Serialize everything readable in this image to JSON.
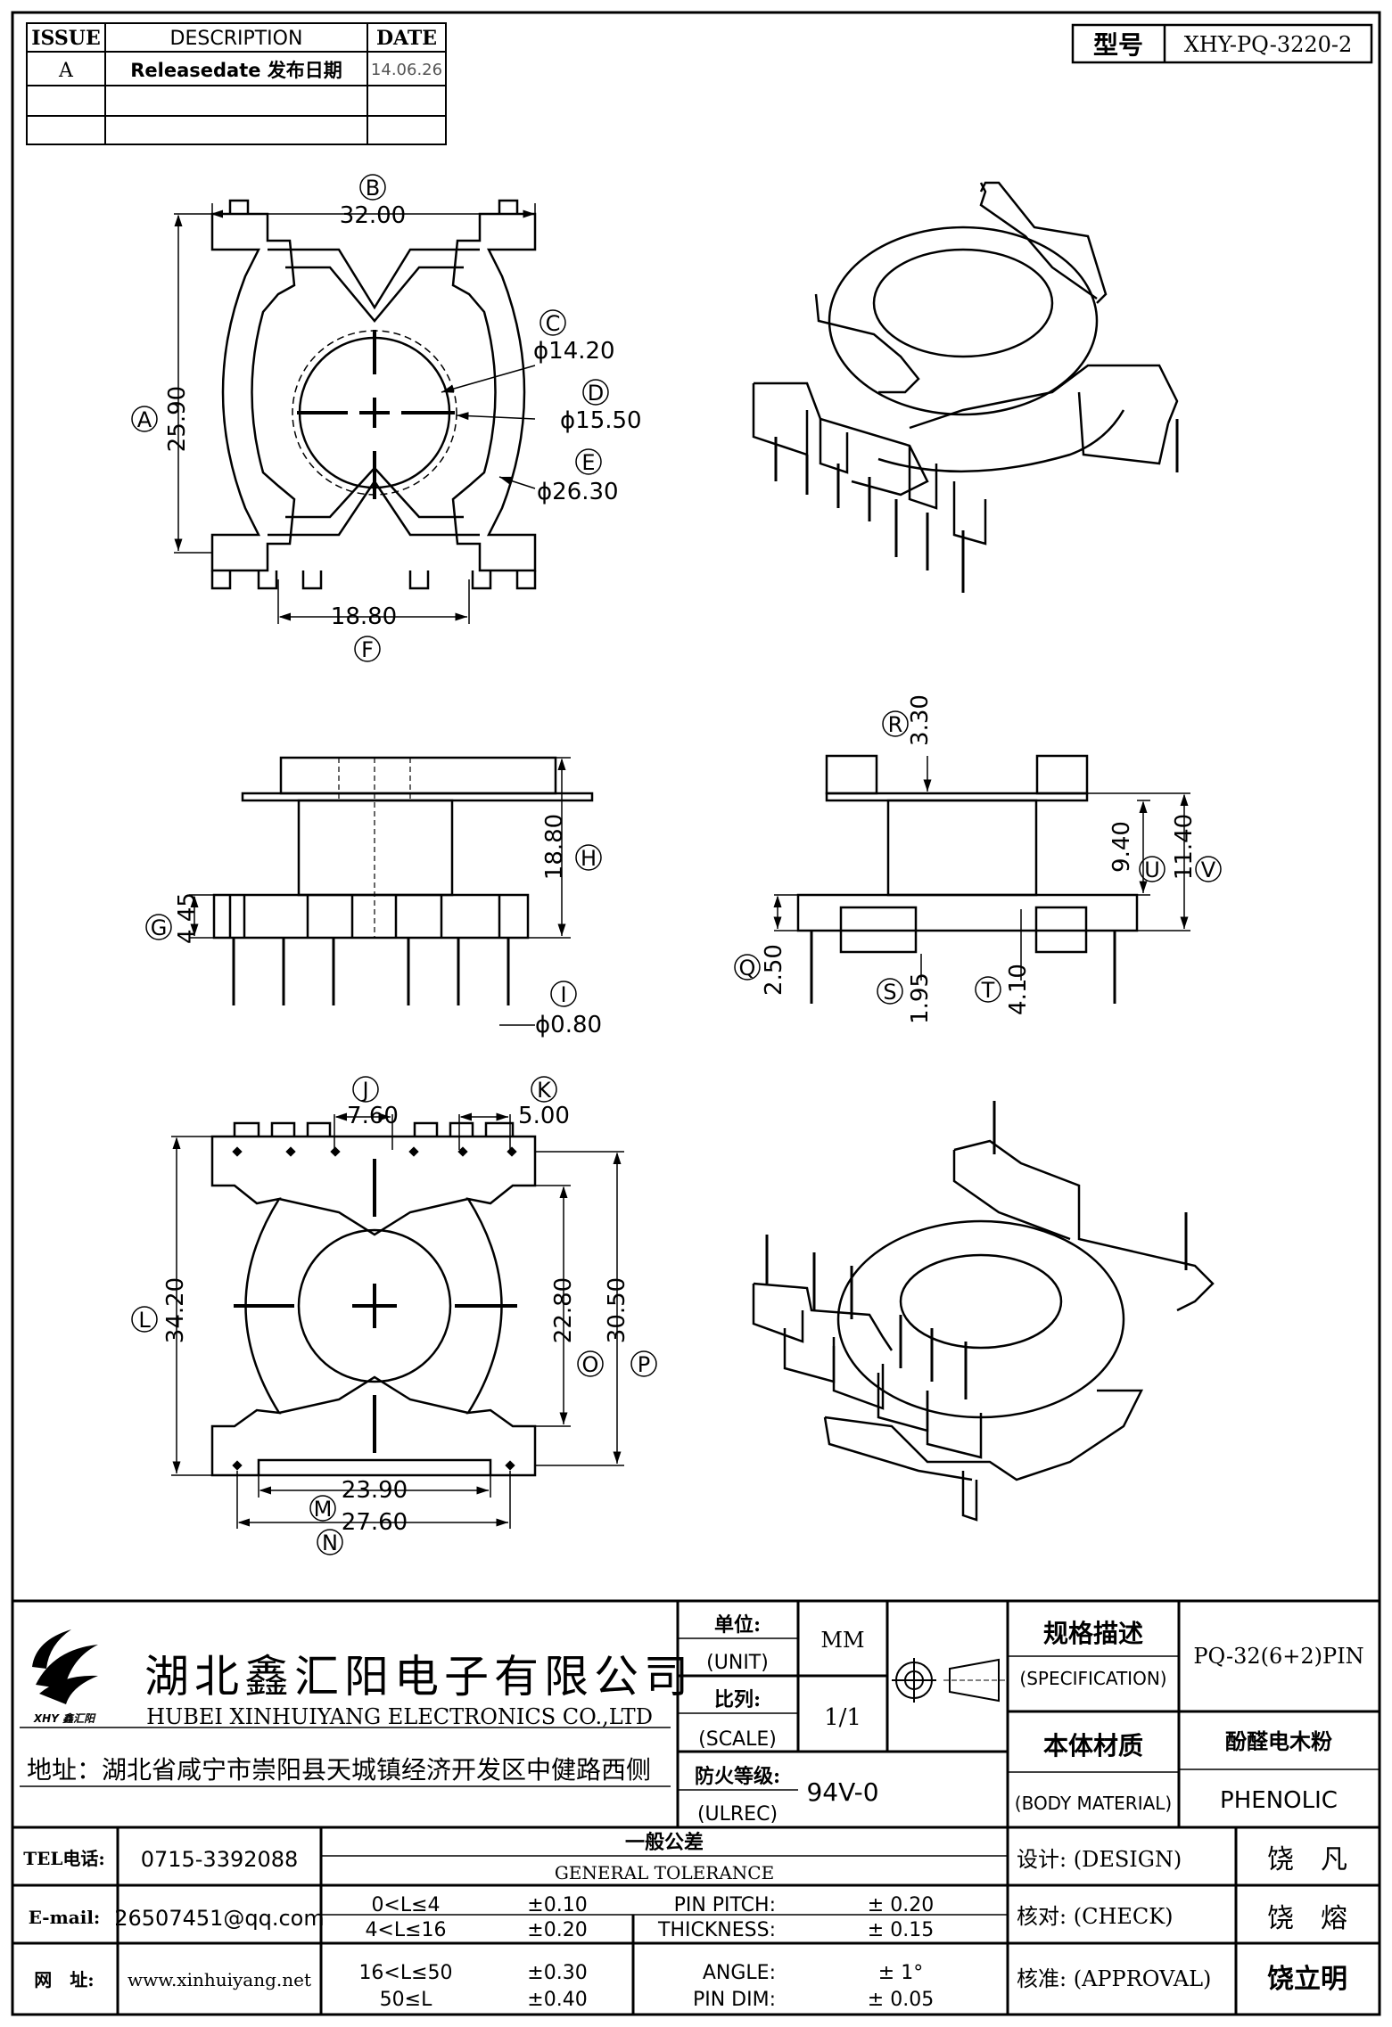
{
  "revision": {
    "headers": [
      "ISSUE",
      "DESCRIPTION",
      "DATE"
    ],
    "rows": [
      {
        "issue": "A",
        "description": "Releasedate 发布日期",
        "date": "14.06.26"
      },
      {
        "issue": "",
        "description": "",
        "date": ""
      },
      {
        "issue": "",
        "description": "",
        "date": ""
      }
    ]
  },
  "model": {
    "label": "型号",
    "value": "XHY-PQ-3220-2"
  },
  "top_view": {
    "width": "32.00",
    "height": "25.90",
    "bottom": "18.80",
    "d1": "ϕ14.20",
    "d2": "ϕ15.50",
    "d3": "ϕ26.30",
    "tags": {
      "B": "B",
      "A": "A",
      "C": "C",
      "D": "D",
      "E": "E",
      "F": "F"
    }
  },
  "front_view": {
    "height": "18.80",
    "base": "4.45",
    "pin": "ϕ0.80",
    "tags": {
      "H": "H",
      "G": "G",
      "I": "I"
    }
  },
  "side_view": {
    "top": "3.30",
    "mid": "9.40",
    "total": "11.40",
    "base": "2.50",
    "pin_a": "1.95",
    "pin_b": "4.10",
    "tags": {
      "R": "R",
      "U": "U",
      "V": "V",
      "Q": "Q",
      "S": "S",
      "T": "T"
    }
  },
  "bottom_view": {
    "pitch_j": "7.60",
    "pitch_k": "5.00",
    "height_l": "34.20",
    "height_o": "22.80",
    "height_p": "30.50",
    "width_m": "23.90",
    "width_n": "27.60",
    "tags": {
      "J": "J",
      "K": "K",
      "L": "L",
      "O": "O",
      "P": "P",
      "M": "M",
      "N": "N"
    }
  },
  "company": {
    "name_cn": "湖北鑫汇阳电子有限公司",
    "name_en": "HUBEI XINHUIYANG ELECTRONICS CO.,LTD",
    "address": "地址：湖北省咸宁市崇阳县天城镇经济开发区中健路西侧",
    "logo_text": "XHY 鑫汇阳"
  },
  "spec_block": {
    "unit_label": "单位:",
    "unit_label_en": "(UNIT)",
    "unit_value": "MM",
    "scale_label": "比列:",
    "scale_label_en": "(SCALE)",
    "scale_value": "1/1",
    "ul_label": "防火等级:",
    "ul_label_en": "(ULREC)",
    "ul_value": "94V-0",
    "spec_label": "规格描述",
    "spec_label_en": "(SPECIFICATION)",
    "spec_value": "PQ-32(6+2)PIN",
    "material_label": "本体材质",
    "material_label_en": "(BODY MATERIAL)",
    "material_value_cn": "酚醛电木粉",
    "material_value_en": "PHENOLIC"
  },
  "contact": {
    "tel_label": "TEL电话:",
    "tel": "0715-3392088",
    "email_label": "E-mail:",
    "email": "26507451@qq.com",
    "web_label": "网　址:",
    "web": "www.xinhuiyang.net"
  },
  "tolerance": {
    "title_cn": "一般公差",
    "title_en": "GENERAL TOLERANCE",
    "ranges": [
      {
        "range": "0<L≤4",
        "tol": "±0.10"
      },
      {
        "range": "4<L≤16",
        "tol": "±0.20"
      },
      {
        "range": "16<L≤50",
        "tol": "±0.30"
      },
      {
        "range": "50≤L",
        "tol": "±0.40"
      }
    ],
    "other": [
      {
        "label": "PIN PITCH:",
        "value": "± 0.20"
      },
      {
        "label": "THICKNESS:",
        "value": "± 0.15"
      },
      {
        "label": "ANGLE:",
        "value": "± 1°"
      },
      {
        "label": "PIN DIM:",
        "value": "± 0.05"
      }
    ]
  },
  "signoff": [
    {
      "label": "设计: (DESIGN)",
      "name": "饶　凡"
    },
    {
      "label": "核对: (CHECK)",
      "name": "饶　熔"
    },
    {
      "label": "核准: (APPROVAL)",
      "name": "饶立明"
    }
  ]
}
